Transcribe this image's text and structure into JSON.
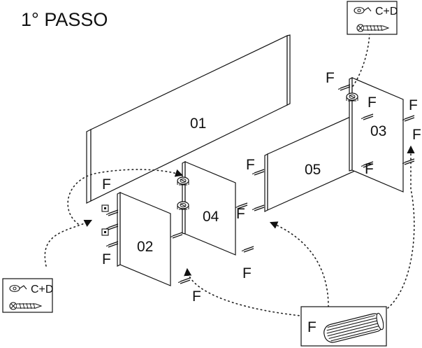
{
  "title": "1° PASSO",
  "legend_top": {
    "label": "C+D"
  },
  "legend_bottom": {
    "label": "C+D"
  },
  "dowel_box": {
    "label": "F"
  },
  "panels": {
    "p01": "01",
    "p02": "02",
    "p03": "03",
    "p04": "04",
    "p05": "05"
  },
  "fitting_label": "F",
  "icons": [
    "cam-lock-icon",
    "screw-icon",
    "wooden-dowel-icon"
  ]
}
